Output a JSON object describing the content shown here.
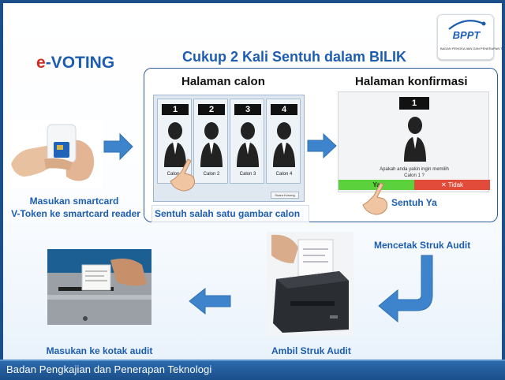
{
  "logo": {
    "name": "BPPT",
    "subtitle": "BADAN PENGKAJIAN DAN PENERAPAN TEKNOLOGI"
  },
  "header": {
    "evoting_e": "e",
    "evoting_rest": "-VOTING",
    "main_title": "Cukup 2 Kali Sentuh dalam BILIK"
  },
  "step1": {
    "line1": "Masukan smartcard",
    "line2": "V-Token ke smartcard reader"
  },
  "candidate_screen": {
    "title": "Halaman calon",
    "candidates": [
      {
        "number": "1",
        "label": "Calon 1"
      },
      {
        "number": "2",
        "label": "Calon 2"
      },
      {
        "number": "3",
        "label": "Calon 3"
      },
      {
        "number": "4",
        "label": "Calon 4"
      }
    ],
    "button": "Suara Kosong",
    "caption": "Sentuh salah satu gambar calon"
  },
  "confirmation_screen": {
    "title": "Halaman konfirmasi",
    "number": "1",
    "question_line1": "Apakah anda yakin ingin memilih",
    "question_line2": "Calon 1 ?",
    "yes_label": "Ya",
    "no_label": "✕ Tidak",
    "caption": "Sentuh Ya"
  },
  "print_step": {
    "label": "Mencetak Struk Audit"
  },
  "take_step": {
    "label": "Ambil Struk Audit"
  },
  "box_step": {
    "label": "Masukan ke kotak audit"
  },
  "footer": {
    "text": "Badan Pengkajian dan Penerapan Teknologi"
  },
  "colors": {
    "accent_blue": "#1d5db1",
    "evoting_red": "#d42a1f",
    "yes_green": "#5bd13b",
    "no_red": "#e24a3a",
    "arrow_blue": "#3d84cc"
  }
}
